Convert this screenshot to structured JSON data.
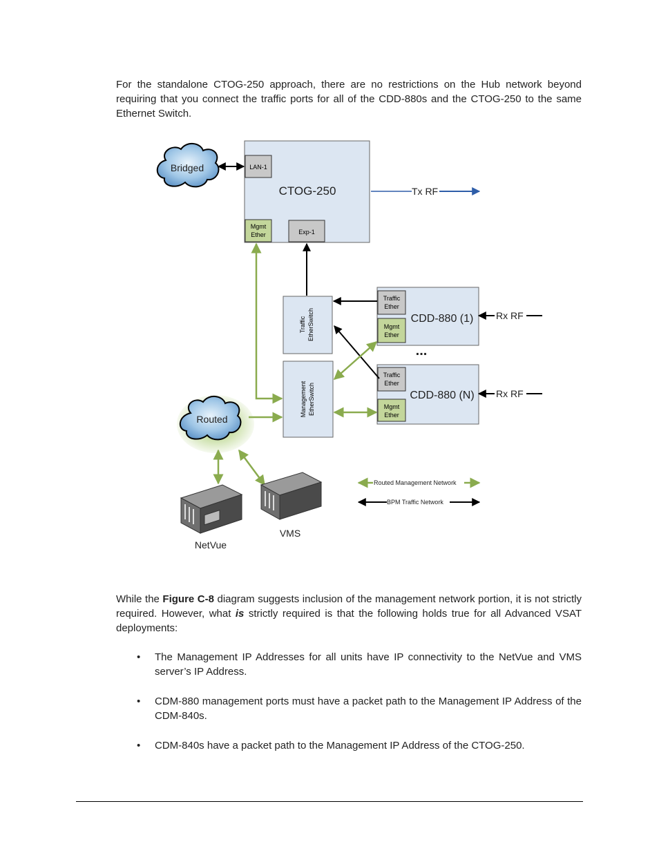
{
  "intro": {
    "text": "For the standalone CTOG-250 approach, there are no restrictions on the Hub network beyond requiring that you connect the traffic ports for all of the CDD-880s and the CTOG-250 to the same Ethernet Switch."
  },
  "diagram": {
    "ctog": {
      "title": "CTOG-250",
      "lan": "LAN-1",
      "mgmt_l1": "Mgmt",
      "mgmt_l2": "Ether",
      "exp": "Exp-1"
    },
    "tx_label": "Tx RF",
    "clouds": {
      "bridged": "Bridged",
      "routed": "Routed"
    },
    "traffic_switch": {
      "l1": "Traffic",
      "l2": "EtherSwitch"
    },
    "mgmt_switch": {
      "l1": "Management",
      "l2": "EtherSwitch"
    },
    "cdd1": {
      "title": "CDD-880 (1)",
      "traffic_l1": "Traffic",
      "traffic_l2": "Ether",
      "mgmt_l1": "Mgmt",
      "mgmt_l2": "Ether",
      "rx": "Rx RF"
    },
    "ellipsis": "...",
    "cddn": {
      "title": "CDD-880 (N)",
      "traffic_l1": "Traffic",
      "traffic_l2": "Ether",
      "mgmt_l1": "Mgmt",
      "mgmt_l2": "Ether",
      "rx": "Rx RF"
    },
    "servers": {
      "netvue": "NetVue",
      "vms": "VMS"
    },
    "legend": {
      "routed": "Routed Management Network",
      "bpm": "BPM Traffic Network"
    },
    "colors": {
      "green": "#8aab4e",
      "box_fill": "#dce6f2",
      "port_green": "#c3d69b",
      "port_gray": "#c8c8c8",
      "tx_blue": "#2e5da8"
    }
  },
  "body": {
    "pre": "While the ",
    "bold": "Figure C-8",
    "post1": " diagram suggests inclusion of the management network portion, it is not strictly required. However, what ",
    "italic": "is",
    "post2": " strictly required is that the following holds true for all Advanced VSAT deployments:"
  },
  "bullets": [
    "The Management IP Addresses for all units have IP connectivity to the NetVue and VMS server’s IP Address.",
    "CDM-880 management ports must have a packet path to the Management IP Address of the CDM-840s.",
    "CDM-840s have a packet path to the Management IP Address of the CTOG-250."
  ]
}
